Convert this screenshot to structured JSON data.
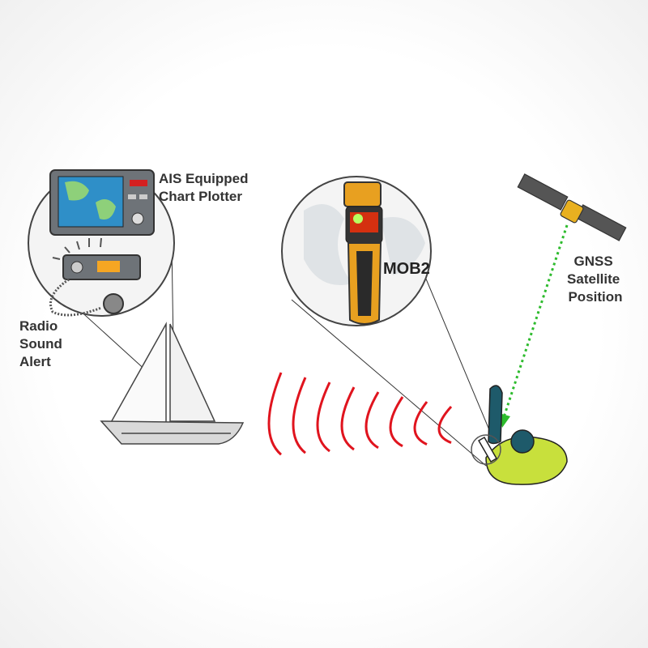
{
  "labels": {
    "chart_plotter": [
      "AIS Equipped",
      "Chart Plotter"
    ],
    "radio": [
      "Radio",
      "Sound",
      "Alert"
    ],
    "device": "MOB2",
    "gnss": [
      "GNSS",
      "Satellite",
      "Position"
    ]
  },
  "colors": {
    "signal": "#e0141e",
    "gnss_line": "#2dbb2d",
    "device_body": "#e8a020",
    "person_jacket": "#c8e03c",
    "person_suit": "#1e5a6a"
  }
}
